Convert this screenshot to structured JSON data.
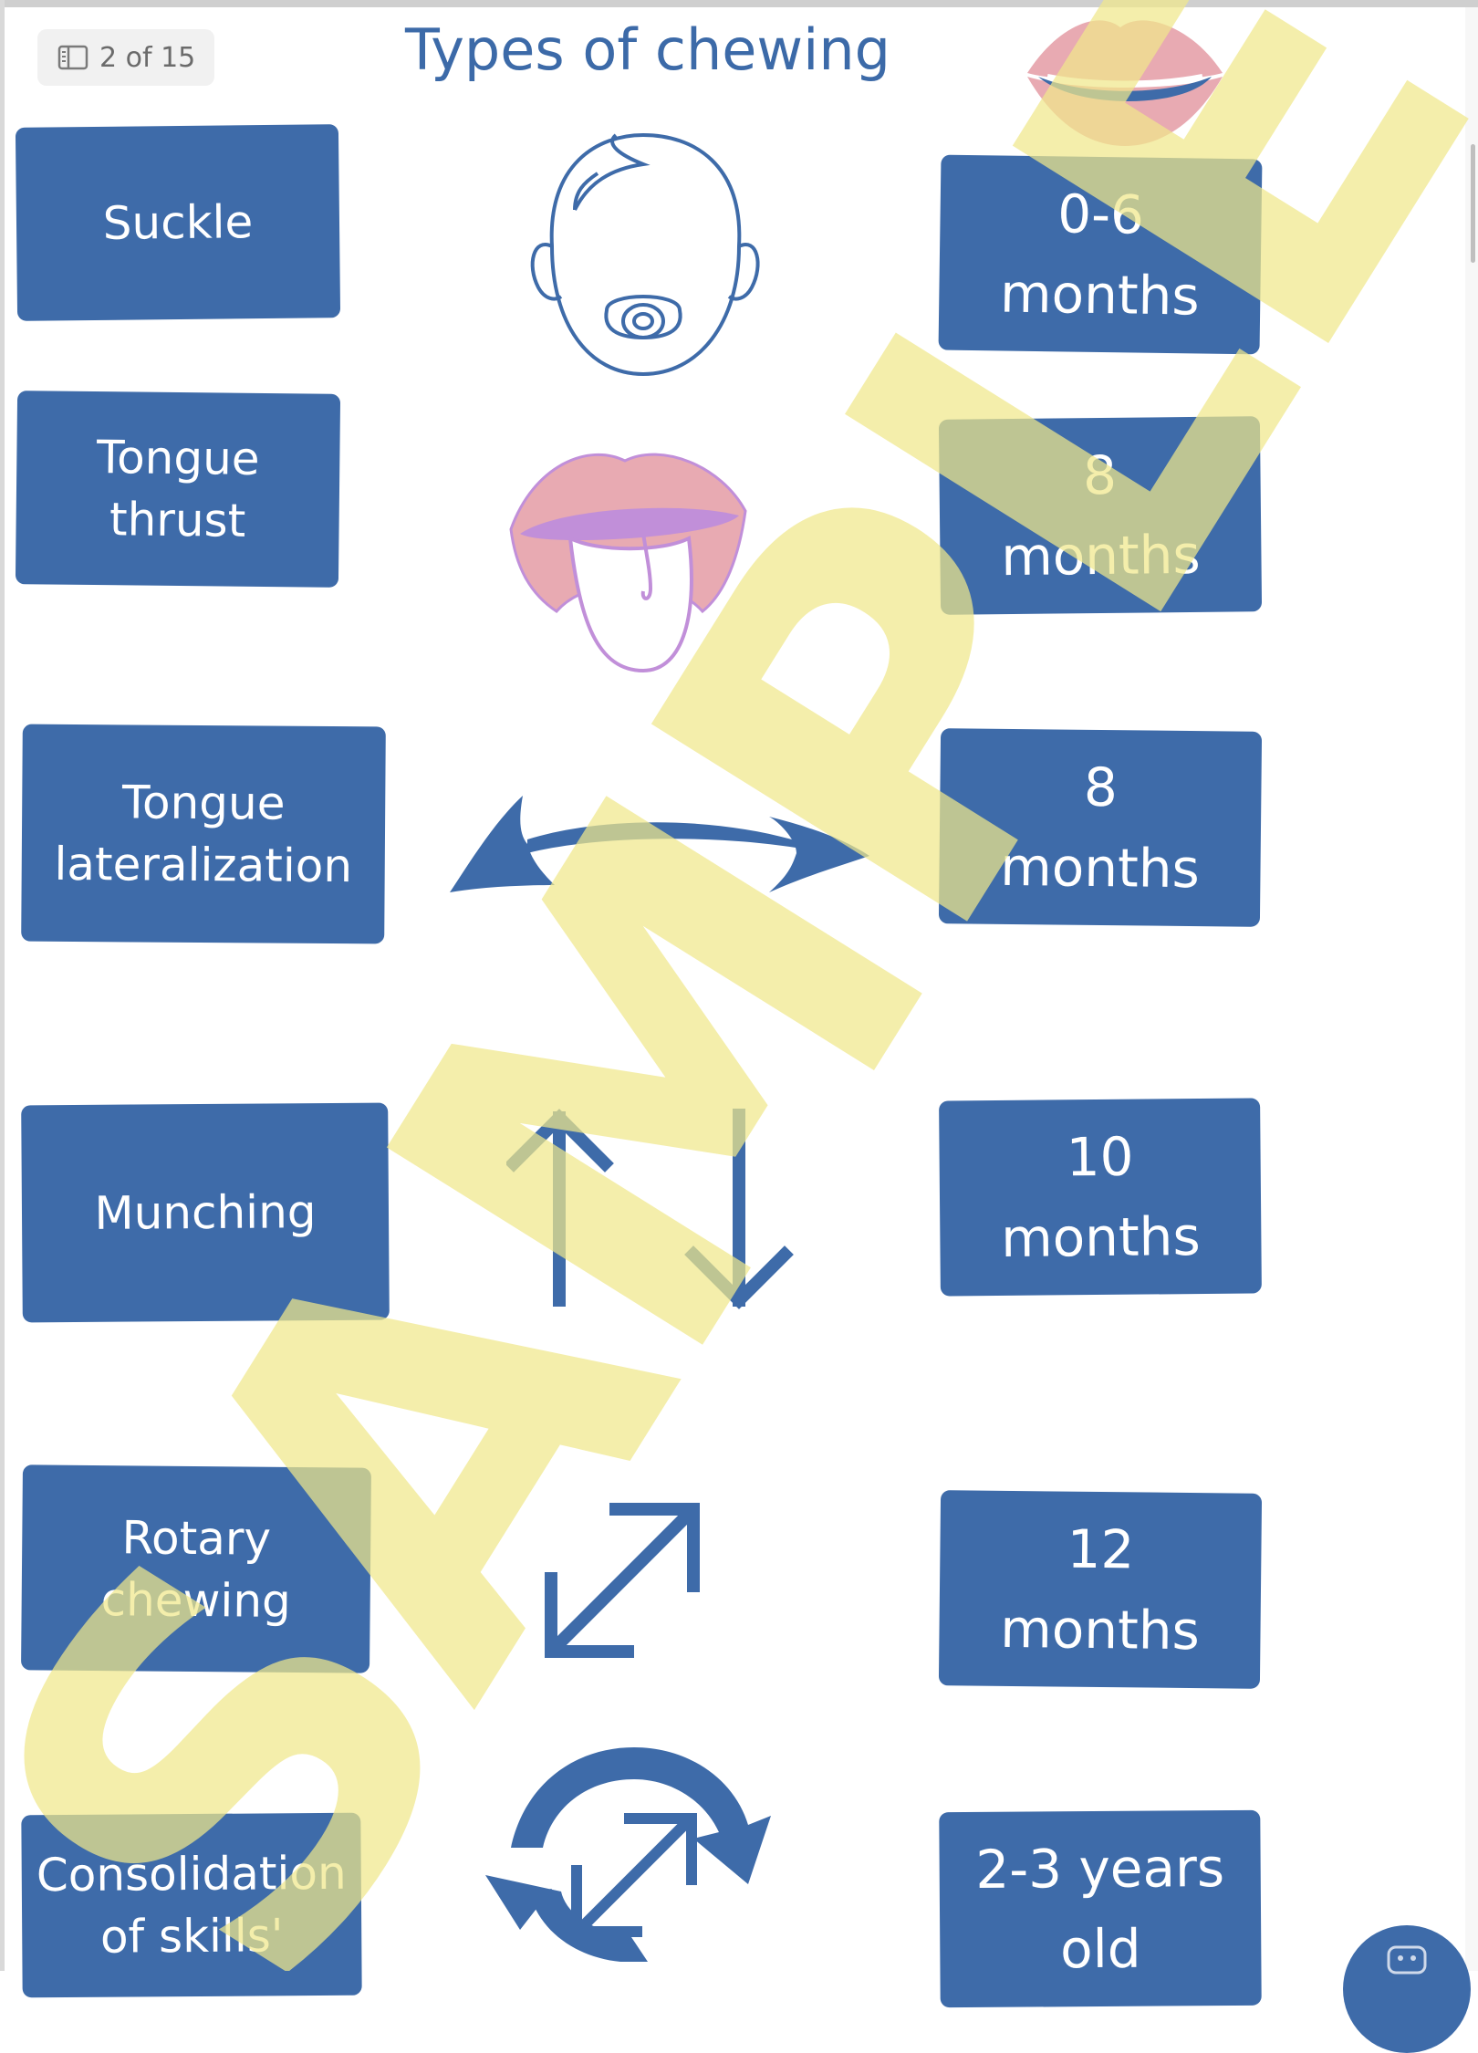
{
  "viewer": {
    "page_indicator": "2 of 15",
    "page_indicator_icon": "sidebar-panel-icon"
  },
  "document": {
    "title": "Types of chewing",
    "rows": [
      {
        "skill": "Suckle",
        "age": "0-6\nmonths",
        "icon": "baby-pacifier-icon"
      },
      {
        "skill": "Tongue\nthrust",
        "age": "8\nmonths",
        "icon": "tongue-out-mouth-icon"
      },
      {
        "skill": "Tongue\nlateralization",
        "age": "8\nmonths",
        "icon": "double-curved-arrow-icon"
      },
      {
        "skill": "Munching",
        "age": "10\nmonths",
        "icon": "up-down-arrows-icon"
      },
      {
        "skill": "Rotary\nchewing",
        "age": "12\nmonths",
        "icon": "diagonal-double-arrow-icon"
      },
      {
        "skill": "Consolidation\nof skills'",
        "age": "2-3 years\nold",
        "icon": "circular-arrows-icon"
      }
    ],
    "watermark": "SAMPLE"
  },
  "colors": {
    "brand_blue": "#3e6ba9",
    "lip_pink": "#e8aab2",
    "tongue_purple": "#c18fd9",
    "watermark_yellow": "#f0e88a"
  }
}
